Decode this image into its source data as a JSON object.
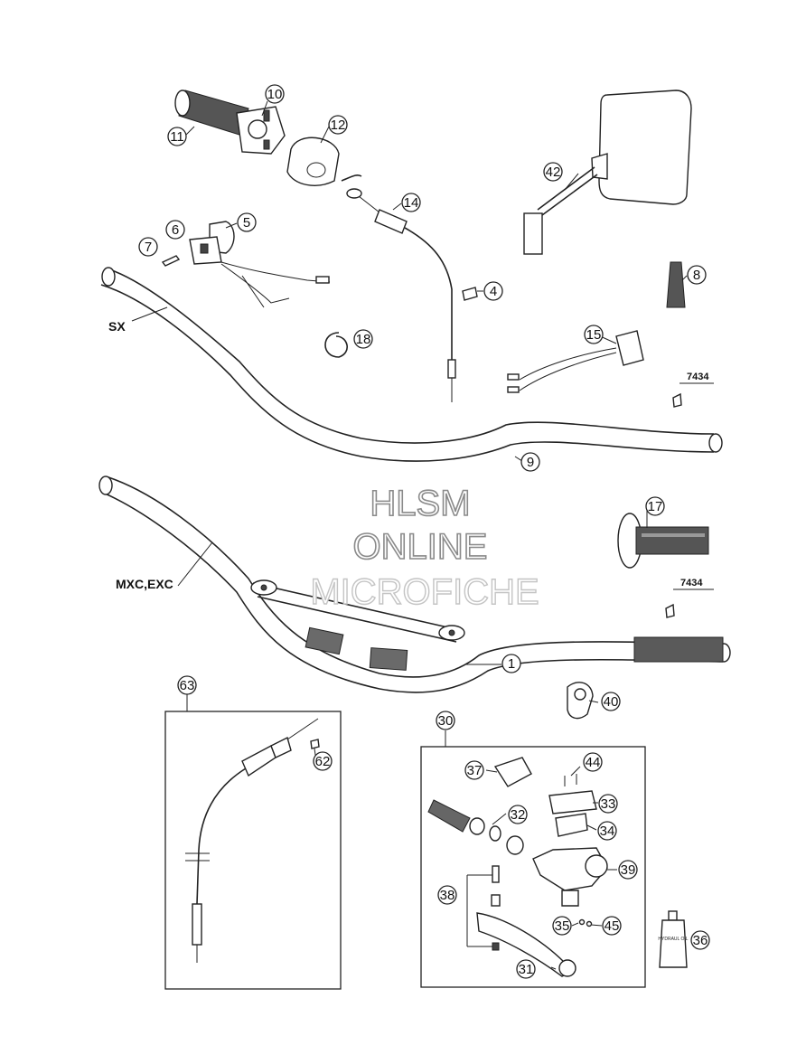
{
  "watermark": {
    "line1": "HLSM",
    "line2": "ONLINE",
    "line3": "MICROFICHE"
  },
  "variants": {
    "upper_bar": "SX",
    "lower_bar": "MXC,EXC"
  },
  "notes": {
    "note_a": "7434",
    "note_b": "7434"
  },
  "callouts": {
    "c1": "1",
    "c4": "4",
    "c5": "5",
    "c6": "6",
    "c7": "7",
    "c8": "8",
    "c9": "9",
    "c10": "10",
    "c11": "11",
    "c12": "12",
    "c14": "14",
    "c15": "15",
    "c17": "17",
    "c18": "18",
    "c30": "30",
    "c31": "31",
    "c32": "32",
    "c33": "33",
    "c34": "34",
    "c35": "35",
    "c36": "36",
    "c37": "37",
    "c38": "38",
    "c39": "39",
    "c40": "40",
    "c42": "42",
    "c44": "44",
    "c45": "45",
    "c62": "62",
    "c63": "63"
  },
  "bottle_label": "HYDRAUL OIL",
  "colors": {
    "ink": "#222222",
    "background": "#ffffff",
    "watermark_outline": "#8a8a8a"
  }
}
